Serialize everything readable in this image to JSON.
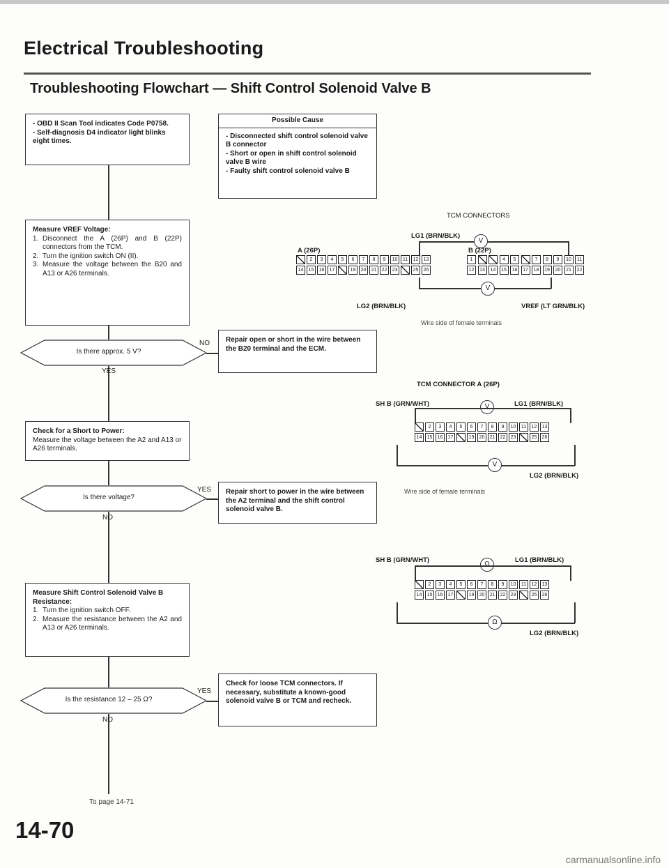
{
  "header": {
    "title": "Electrical Troubleshooting",
    "subtitle": "Troubleshooting Flowchart — Shift Control Solenoid Valve B"
  },
  "start_box": {
    "lines": [
      "- OBD II Scan Tool indicates Code P0758.",
      "- Self-diagnosis D4 indicator light blinks eight times."
    ]
  },
  "causes": {
    "title": "Possible Cause",
    "items": [
      "- Disconnected shift control solenoid valve B connector",
      "- Short or open in shift control solenoid valve B wire",
      "- Faulty shift control solenoid valve B"
    ]
  },
  "step1": {
    "heading": "Measure VREF Voltage:",
    "steps": [
      "Disconnect the A (26P) and B (22P) connectors from the TCM.",
      "Turn the ignition switch ON (II).",
      "Measure the voltage between the B20 and A13 or A26 terminals."
    ]
  },
  "decision1": {
    "question": "Is there approx. 5 V?",
    "yes": "YES",
    "no": "NO"
  },
  "repair1": {
    "text": "Repair open or short in the wire between the B20 terminal and the ECM."
  },
  "step2": {
    "heading": "Check for a Short to Power:",
    "text": "Measure the voltage between the A2 and A13 or A26 terminals."
  },
  "decision2": {
    "question": "Is there voltage?",
    "yes": "YES",
    "no": "NO"
  },
  "repair2": {
    "text": "Repair short to power in the wire between the A2 terminal and the shift control solenoid valve B."
  },
  "step3": {
    "heading": "Measure Shift Control Solenoid Valve B Resistance:",
    "steps": [
      "Turn the ignition switch OFF.",
      "Measure the resistance between the A2 and A13 or A26 terminals."
    ]
  },
  "decision3": {
    "question": "Is the resistance 12 – 25 Ω?",
    "yes": "YES",
    "no": "NO"
  },
  "repair3": {
    "text": "Check for loose TCM connectors. If necessary, substitute a known-good solenoid valve B or TCM and recheck."
  },
  "footer": {
    "to_page": "To page 14-71",
    "page_number": "14-70",
    "watermark": "carmanualsonline.info"
  },
  "diagram1": {
    "title": "TCM CONNECTORS",
    "conn_a": "A (26P)",
    "conn_b": "B (22P)",
    "wire_top": "LG1 (BRN/BLK)",
    "wire_bottom": "LG2 (BRN/BLK)",
    "wire_vref": "VREF (LT GRN/BLK)",
    "note": "Wire side of female terminals",
    "meter_top": "V",
    "meter_bottom": "V"
  },
  "diagram2": {
    "title": "TCM CONNECTOR A (26P)",
    "wire_left": "SH B (GRN/WHT)",
    "wire_right": "LG1 (BRN/BLK)",
    "wire_bottom": "LG2 (BRN/BLK)",
    "note": "Wire side of female terminals",
    "meter_top": "V",
    "meter_bottom": "V"
  },
  "diagram3": {
    "wire_left": "SH B (GRN/WHT)",
    "wire_right": "LG1 (BRN/BLK)",
    "wire_bottom": "LG2 (BRN/BLK)",
    "meter_top": "Ω",
    "meter_bottom": "Ω"
  },
  "connector_a_pins": {
    "row1": [
      "",
      "2",
      "3",
      "4",
      "5",
      "6",
      "7",
      "8",
      "9",
      "10",
      "11",
      "12",
      "13"
    ],
    "row2": [
      "14",
      "15",
      "16",
      "17",
      "",
      "19",
      "20",
      "21",
      "22",
      "23",
      "",
      "25",
      "26"
    ]
  },
  "connector_b_pins": {
    "row1": [
      "1",
      "",
      "",
      "4",
      "5",
      "",
      "7",
      "8",
      "9",
      "10",
      "11"
    ],
    "row2": [
      "12",
      "13",
      "14",
      "15",
      "16",
      "17",
      "18",
      "19",
      "20",
      "21",
      "22"
    ]
  }
}
